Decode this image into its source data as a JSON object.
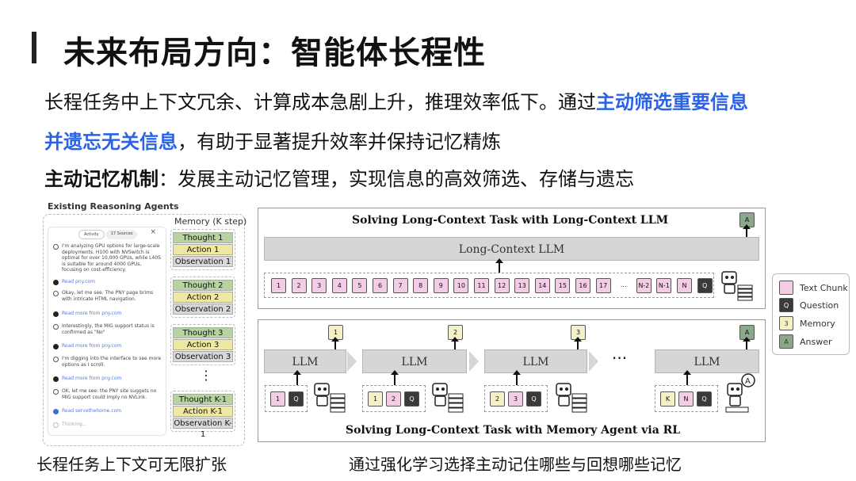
{
  "title": "未来布局方向：智能体长程性",
  "para1": {
    "a": "长程任务中上下文冗余、计算成本急剧上升，推理效率低下。通过",
    "hl1": "主动筛选重要信息",
    "hl2": "并遗忘无关信息",
    "b": "，有助于显著提升效率并保持记忆精炼"
  },
  "para2": {
    "label": "主动记忆机制",
    "text": "：发展主动记忆管理，实现信息的高效筛选、存储与遗忘"
  },
  "agents": {
    "title": "Existing Reasoning Agents",
    "tab_activity": "Activity",
    "tab_sources": "17 Sources",
    "close": "×",
    "messages": [
      "I'm analyzing GPU options for large-scale deployments. H100 with NVSwitch is optimal for over 10,000 GPUs, while L40S is suitable for around 4000 GPUs, focusing on cost-efficiency.",
      "Read pny.com",
      "Okay, let me see. The PNY page brims with intricate HTML navigation.",
      "Read more from pny.com",
      "Interestingly, the MIG support status is confirmed as \"No\"",
      "Read more from pny.com",
      "I'm digging into the interface to see more options as I scroll.",
      "Read more from pny.com",
      "OK, let me see: the PNY site suggets no MIG support could imply no NVLink.",
      "Read servethehome.com",
      "Thinking..."
    ],
    "memory_title": "Memory (K step)",
    "memory": [
      [
        "Thought 1",
        "Action 1",
        "Observation 1"
      ],
      [
        "Thought 2",
        "Action 2",
        "Observation 2"
      ],
      [
        "Thought 3",
        "Action 3",
        "Observation 3"
      ],
      [
        "Thought K-1",
        "Action K-1",
        "Observation K-1"
      ]
    ],
    "dots": "⋮"
  },
  "caption_left": "长程任务上下文可无限扩张",
  "caption_right": "通过强化学习选择主动记住哪些与回想哪些记忆",
  "top_panel": {
    "title": "Solving Long-Context Task with Long-Context LLM",
    "llm": "Long-Context LLM",
    "answer": "A",
    "chunks": [
      "1",
      "2",
      "3",
      "4",
      "5",
      "6",
      "7",
      "8",
      "9",
      "10",
      "11",
      "12",
      "13",
      "14",
      "15",
      "16",
      "17",
      "...",
      "N-2",
      "N-1",
      "N"
    ],
    "question": "Q"
  },
  "bottom_panel": {
    "title": "Solving Long-Context Task with Memory Agent via RL",
    "llm": "LLM",
    "ellipsis": "···",
    "outputs": [
      "1",
      "2",
      "3",
      "A"
    ],
    "inputs": [
      {
        "memory": [],
        "chunk": "1",
        "q": "Q"
      },
      {
        "memory": [
          "1"
        ],
        "chunk": "2",
        "q": "Q"
      },
      {
        "memory": [
          "2"
        ],
        "chunk": "3",
        "q": "Q"
      },
      {
        "memory": [
          "K"
        ],
        "chunk": "N",
        "q": "Q"
      }
    ]
  },
  "legend": [
    {
      "key": "",
      "label": "Text Chunk",
      "kind": "t"
    },
    {
      "key": "Q",
      "label": "Question",
      "kind": "q"
    },
    {
      "key": "3",
      "label": "Memory",
      "kind": "m"
    },
    {
      "key": "A",
      "label": "Answer",
      "kind": "a"
    }
  ],
  "colors": {
    "highlight": "#2a63e6",
    "text_chunk": "#f3cde4",
    "question": "#3a3a3a",
    "memory": "#f4f0c8",
    "answer": "#8aa98a",
    "thought": "#b7d4a0",
    "action": "#eee8a2",
    "observation": "#d8d8d8"
  }
}
